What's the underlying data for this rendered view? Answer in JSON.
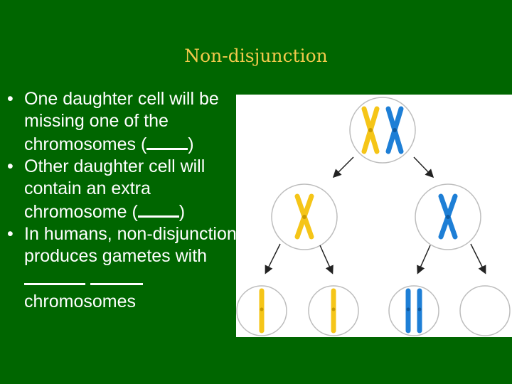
{
  "slide": {
    "title": "Non-disjunction",
    "bullets": [
      {
        "parts": [
          "One daughter cell will be missing one of the chromosomes (",
          ")"
        ]
      },
      {
        "parts": [
          "Other daughter cell will contain an extra chromosome (",
          ")"
        ]
      },
      {
        "parts": [
          "In humans, non-disjunction produces gametes with ",
          " ",
          " chromosomes"
        ]
      }
    ],
    "bullet_glyph": "•"
  },
  "colors": {
    "background": "#006600",
    "title": "#f2c94c",
    "text": "#ffffff",
    "chromosome_yellow": "#f5c518",
    "chromosome_blue": "#1e7fd6",
    "cell_outline": "#bdbdbd",
    "arrow": "#222222"
  }
}
